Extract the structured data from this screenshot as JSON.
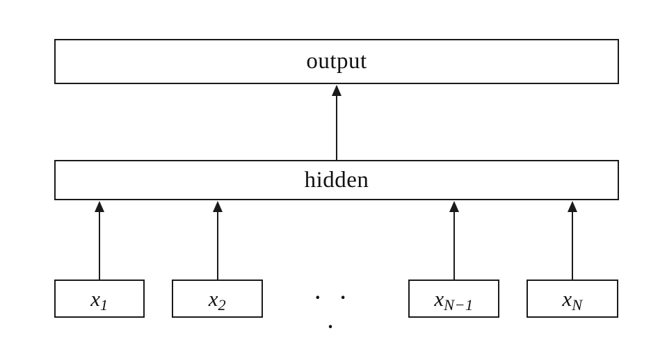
{
  "diagram": {
    "kind": "feedforward-network",
    "layers": {
      "output": {
        "label": "output"
      },
      "hidden": {
        "label": "hidden"
      }
    },
    "inputs": [
      {
        "base": "x",
        "sub": "1"
      },
      {
        "base": "x",
        "sub": "2"
      },
      {
        "base": "x",
        "sub": "N−1"
      },
      {
        "base": "x",
        "sub": "N"
      }
    ],
    "ellipsis": "· · ·",
    "colors": {
      "line": "#1a1a1a",
      "background": "#ffffff",
      "text": "#111111"
    }
  }
}
